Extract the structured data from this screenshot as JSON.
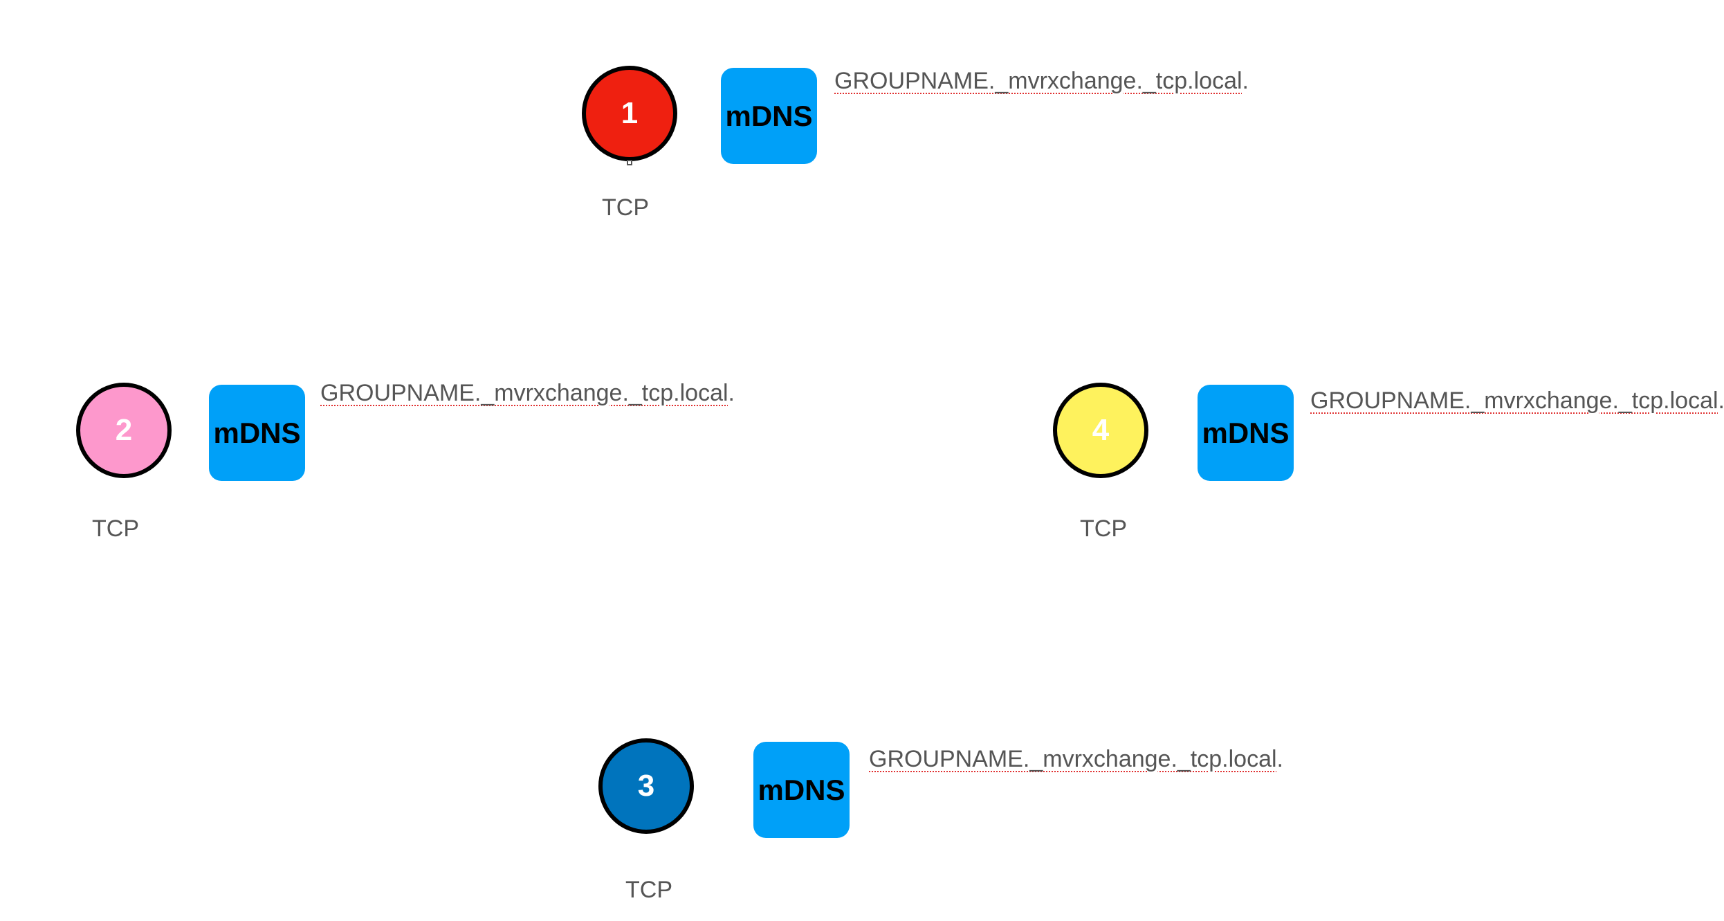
{
  "nodes": [
    {
      "id": "1",
      "label": "1",
      "color": "#ef2010",
      "badge": "mDNS",
      "service_name": "GROUPNAME._mvrxchange._tcp.local",
      "service_suffix": ".",
      "protocol": "TCP"
    },
    {
      "id": "2",
      "label": "2",
      "color": "#fd98cc",
      "badge": "mDNS",
      "service_name": "GROUPNAME._mvrxchange._tcp.local",
      "service_suffix": ".",
      "protocol": "TCP"
    },
    {
      "id": "3",
      "label": "3",
      "color": "#0074bd",
      "badge": "mDNS",
      "service_name": "GROUPNAME._mvrxchange._tcp.local",
      "service_suffix": ".",
      "protocol": "TCP"
    },
    {
      "id": "4",
      "label": "4",
      "color": "#fef25d",
      "badge": "mDNS",
      "service_name": "GROUPNAME._mvrxchange._tcp.local",
      "service_suffix": ".",
      "protocol": "TCP"
    }
  ],
  "colors": {
    "badge": "#00a0f8",
    "text": "#555555",
    "outline": "#000000",
    "spellcheck_underline": "#e03030"
  }
}
